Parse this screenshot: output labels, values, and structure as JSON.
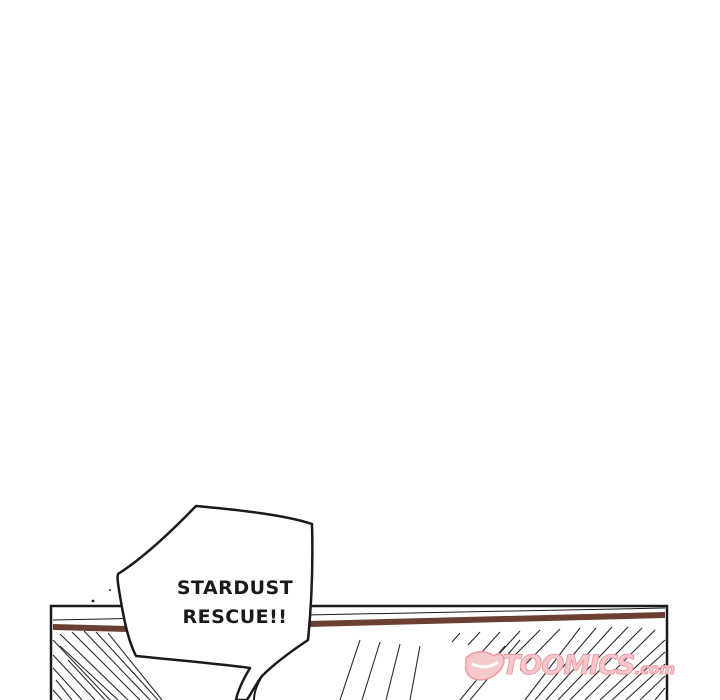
{
  "speech_bubble": {
    "line1": "STARDUST",
    "line2": "RESCUE!!"
  },
  "watermark": {
    "brand": "TOOMICS",
    "domain": ".com",
    "icon": "lips-logo-icon",
    "color": "#f4b8bc"
  },
  "colors": {
    "panel_stripe": "#6b3f33",
    "ink": "#1a1a1a"
  }
}
